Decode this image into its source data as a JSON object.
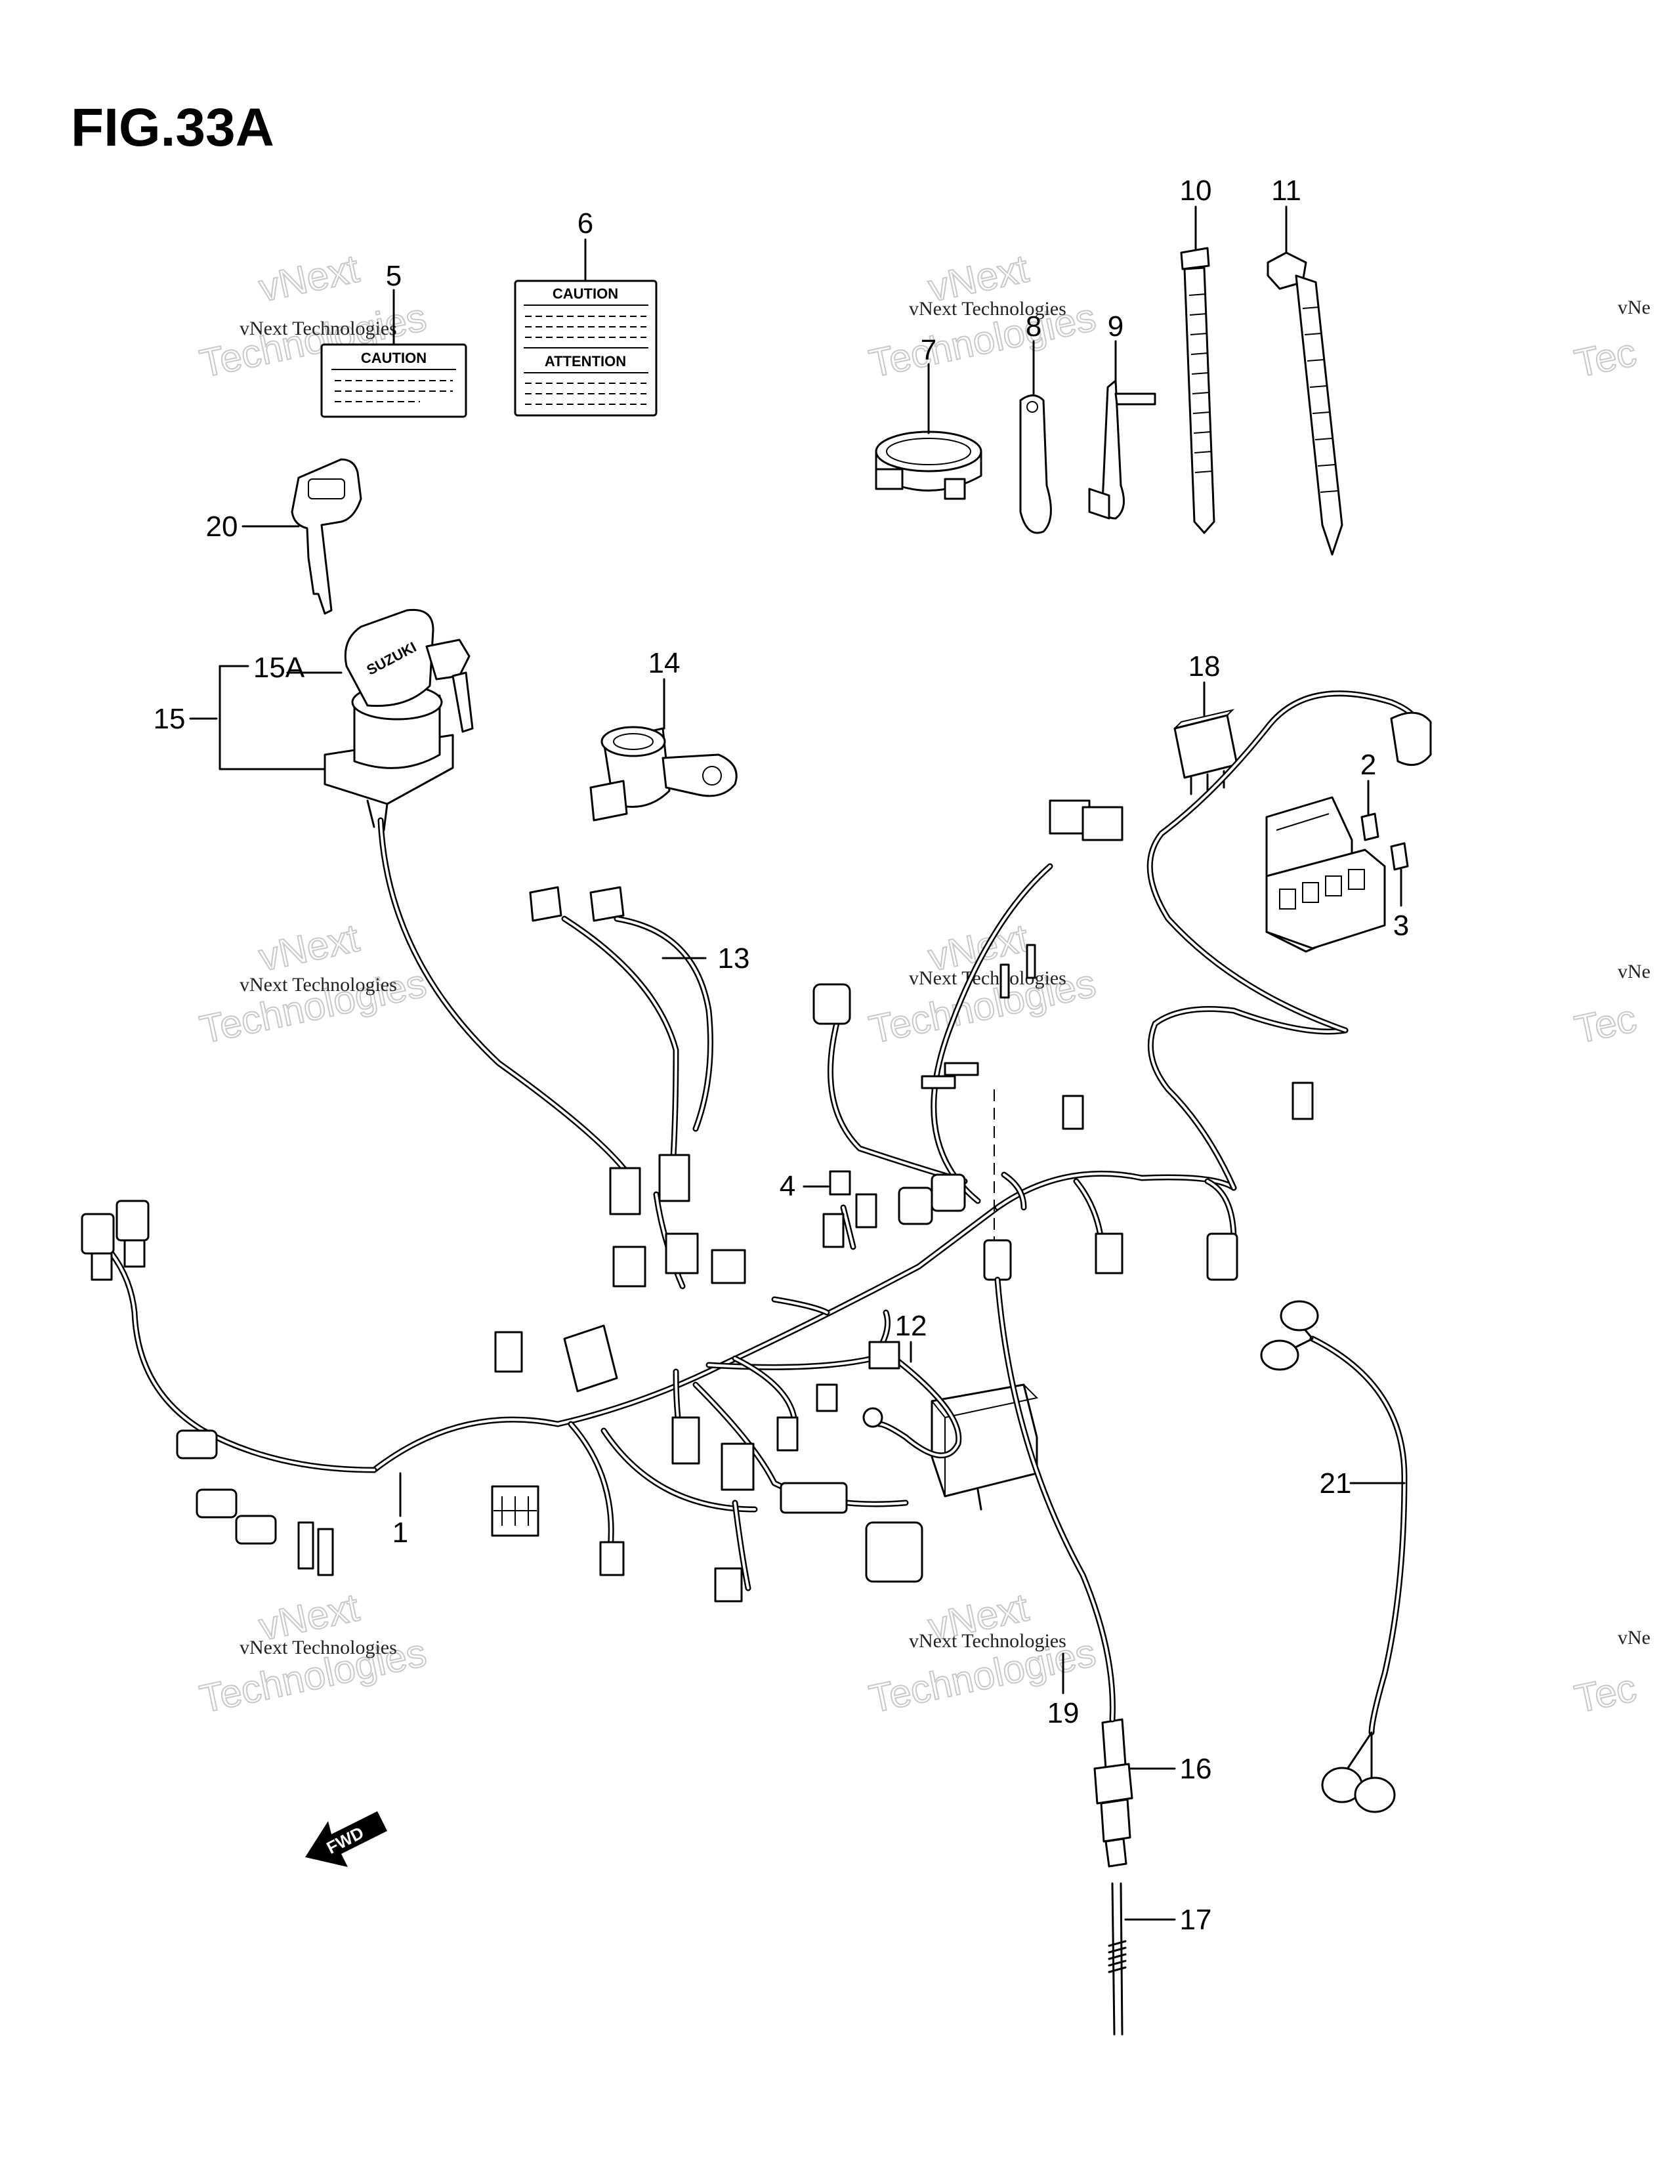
{
  "figure_title": "FIG.33A",
  "watermark": {
    "line1": "vNext",
    "line2": "Technologies",
    "small": "vNext Technologies",
    "edge_small": "vNe",
    "edge_large": "Tec"
  },
  "labels": {
    "caution": "CAUTION",
    "attention": "ATTENTION",
    "fwd": "FWD",
    "brand": "SUZUKI"
  },
  "callouts": [
    "1",
    "2",
    "3",
    "4",
    "5",
    "6",
    "7",
    "8",
    "9",
    "10",
    "11",
    "12",
    "13",
    "14",
    "15",
    "15A",
    "16",
    "17",
    "18",
    "19",
    "20",
    "21"
  ]
}
